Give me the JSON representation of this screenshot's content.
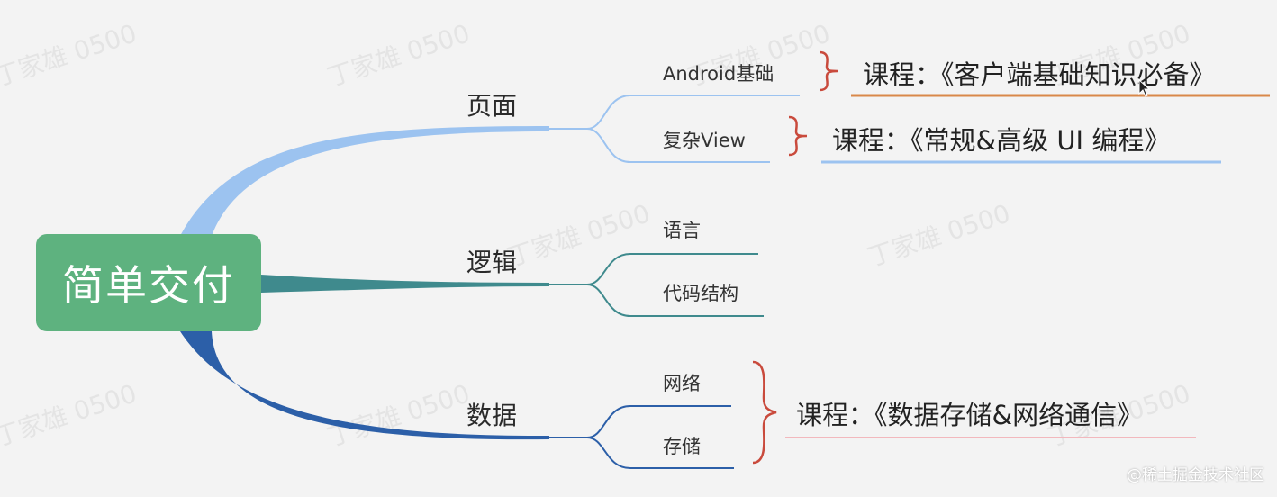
{
  "root": {
    "label": "简单交付",
    "color": "#5eb27f"
  },
  "branches": [
    {
      "label": "页面",
      "color": "#9cc3f0",
      "leaves": [
        "Android基础",
        "复杂View"
      ]
    },
    {
      "label": "逻辑",
      "color": "#3f8a8d",
      "leaves": [
        "语言",
        "代码结构"
      ]
    },
    {
      "label": "数据",
      "color": "#2c5fa8",
      "leaves": [
        "网络",
        "存储"
      ]
    }
  ],
  "courses": [
    {
      "label": "课程：《客户端基础知识必备》",
      "underline": "#d9884a"
    },
    {
      "label": "课程：《常规&高级 UI 编程》",
      "underline": "#9cc3f0"
    },
    {
      "label": "课程：《数据存储&网络通信》",
      "underline": "#f2b8bd"
    }
  ],
  "brace_color": "#c94a3c",
  "watermark": "丁家雄 0500",
  "footer": "@稀土掘金技术社区"
}
